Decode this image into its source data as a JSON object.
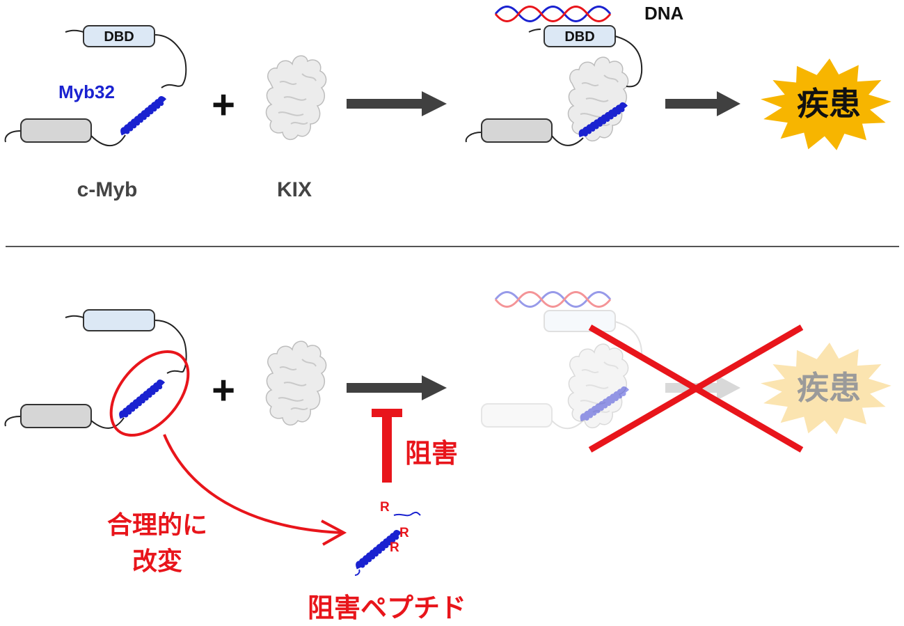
{
  "top": {
    "cmyb_label": "c-Myb",
    "kix_label": "KIX",
    "dbd_label": "DBD",
    "myb32_label": "Myb32",
    "plus": "+",
    "dna_label": "DNA",
    "disease_label": "疾患"
  },
  "bottom": {
    "plus": "+",
    "disease_label": "疾患",
    "inhibit_label": "阻害",
    "rational_line1": "合理的に",
    "rational_line2": "改変",
    "peptide_label": "阻害ペプチド",
    "residue_1": "R",
    "residue_2": "R",
    "residue_3": "R"
  },
  "colors": {
    "red": "#e8151b",
    "helix_blue": "#1a22d0",
    "arrow_gray": "#404040",
    "dbd_fill": "#dce8f5",
    "domain_gray": "#d6d6d6",
    "star_fill": "#f7b500",
    "dna_red": "#e8151b",
    "dna_blue": "#1a22d0"
  }
}
